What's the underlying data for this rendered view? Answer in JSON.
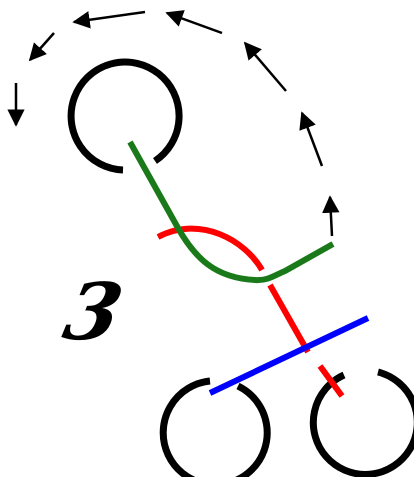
{
  "diagram": {
    "step_number": "3"
  },
  "colors": {
    "ring": "#000000",
    "green_strand": "#1a7a1a",
    "red_strand": "#ff0000",
    "blue_strand": "#0000ff",
    "arrow": "#000000",
    "background": "#ffffff"
  },
  "elements": {
    "rings": [
      "top-ring",
      "bottom-left-ring",
      "bottom-right-ring"
    ],
    "strands": [
      "green-strand",
      "red-strand",
      "blue-strand"
    ],
    "arrow_path": "dashed-rotation-arrows"
  }
}
